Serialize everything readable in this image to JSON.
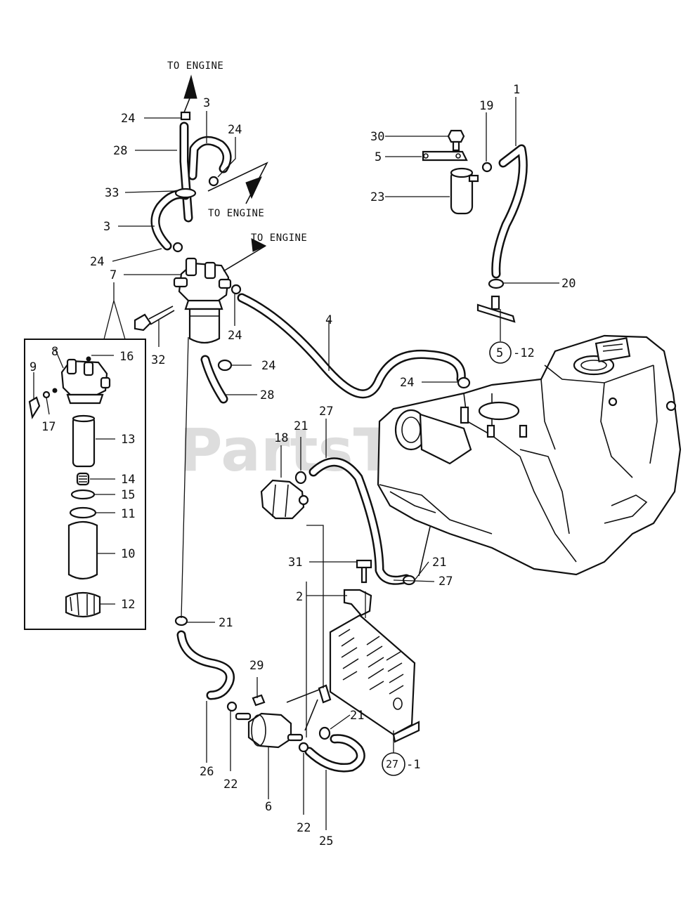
{
  "watermark": "PartsTree",
  "engine_labels": [
    "TO ENGINE",
    "TO ENGINE",
    "TO ENGINE"
  ],
  "callouts": {
    "c1": "1",
    "c2": "2",
    "c3a": "3",
    "c3b": "3",
    "c4": "4",
    "c5": "5",
    "c6": "6",
    "c7": "7",
    "c8": "8",
    "c9": "9",
    "c10": "10",
    "c11": "11",
    "c12": "12",
    "c13": "13",
    "c14": "14",
    "c15": "15",
    "c16": "16",
    "c17": "17",
    "c18": "18",
    "c19": "19",
    "c20": "20",
    "c21a": "21",
    "c21b": "21",
    "c21c": "21",
    "c21d": "21",
    "c22a": "22",
    "c22b": "22",
    "c23": "23",
    "c24a": "24",
    "c24b": "24",
    "c24c": "24",
    "c24d": "24",
    "c24e": "24",
    "c24f": "24",
    "c25": "25",
    "c26": "26",
    "c27a": "27",
    "c27b": "27",
    "c28a": "28",
    "c28b": "28",
    "c29": "29",
    "c30": "30",
    "c31": "31",
    "c32": "32",
    "c33": "33"
  },
  "circled_refs": {
    "ref_5_num": "5",
    "ref_5_suffix": "-12",
    "ref_27_num": "27",
    "ref_27_suffix": "-1"
  }
}
